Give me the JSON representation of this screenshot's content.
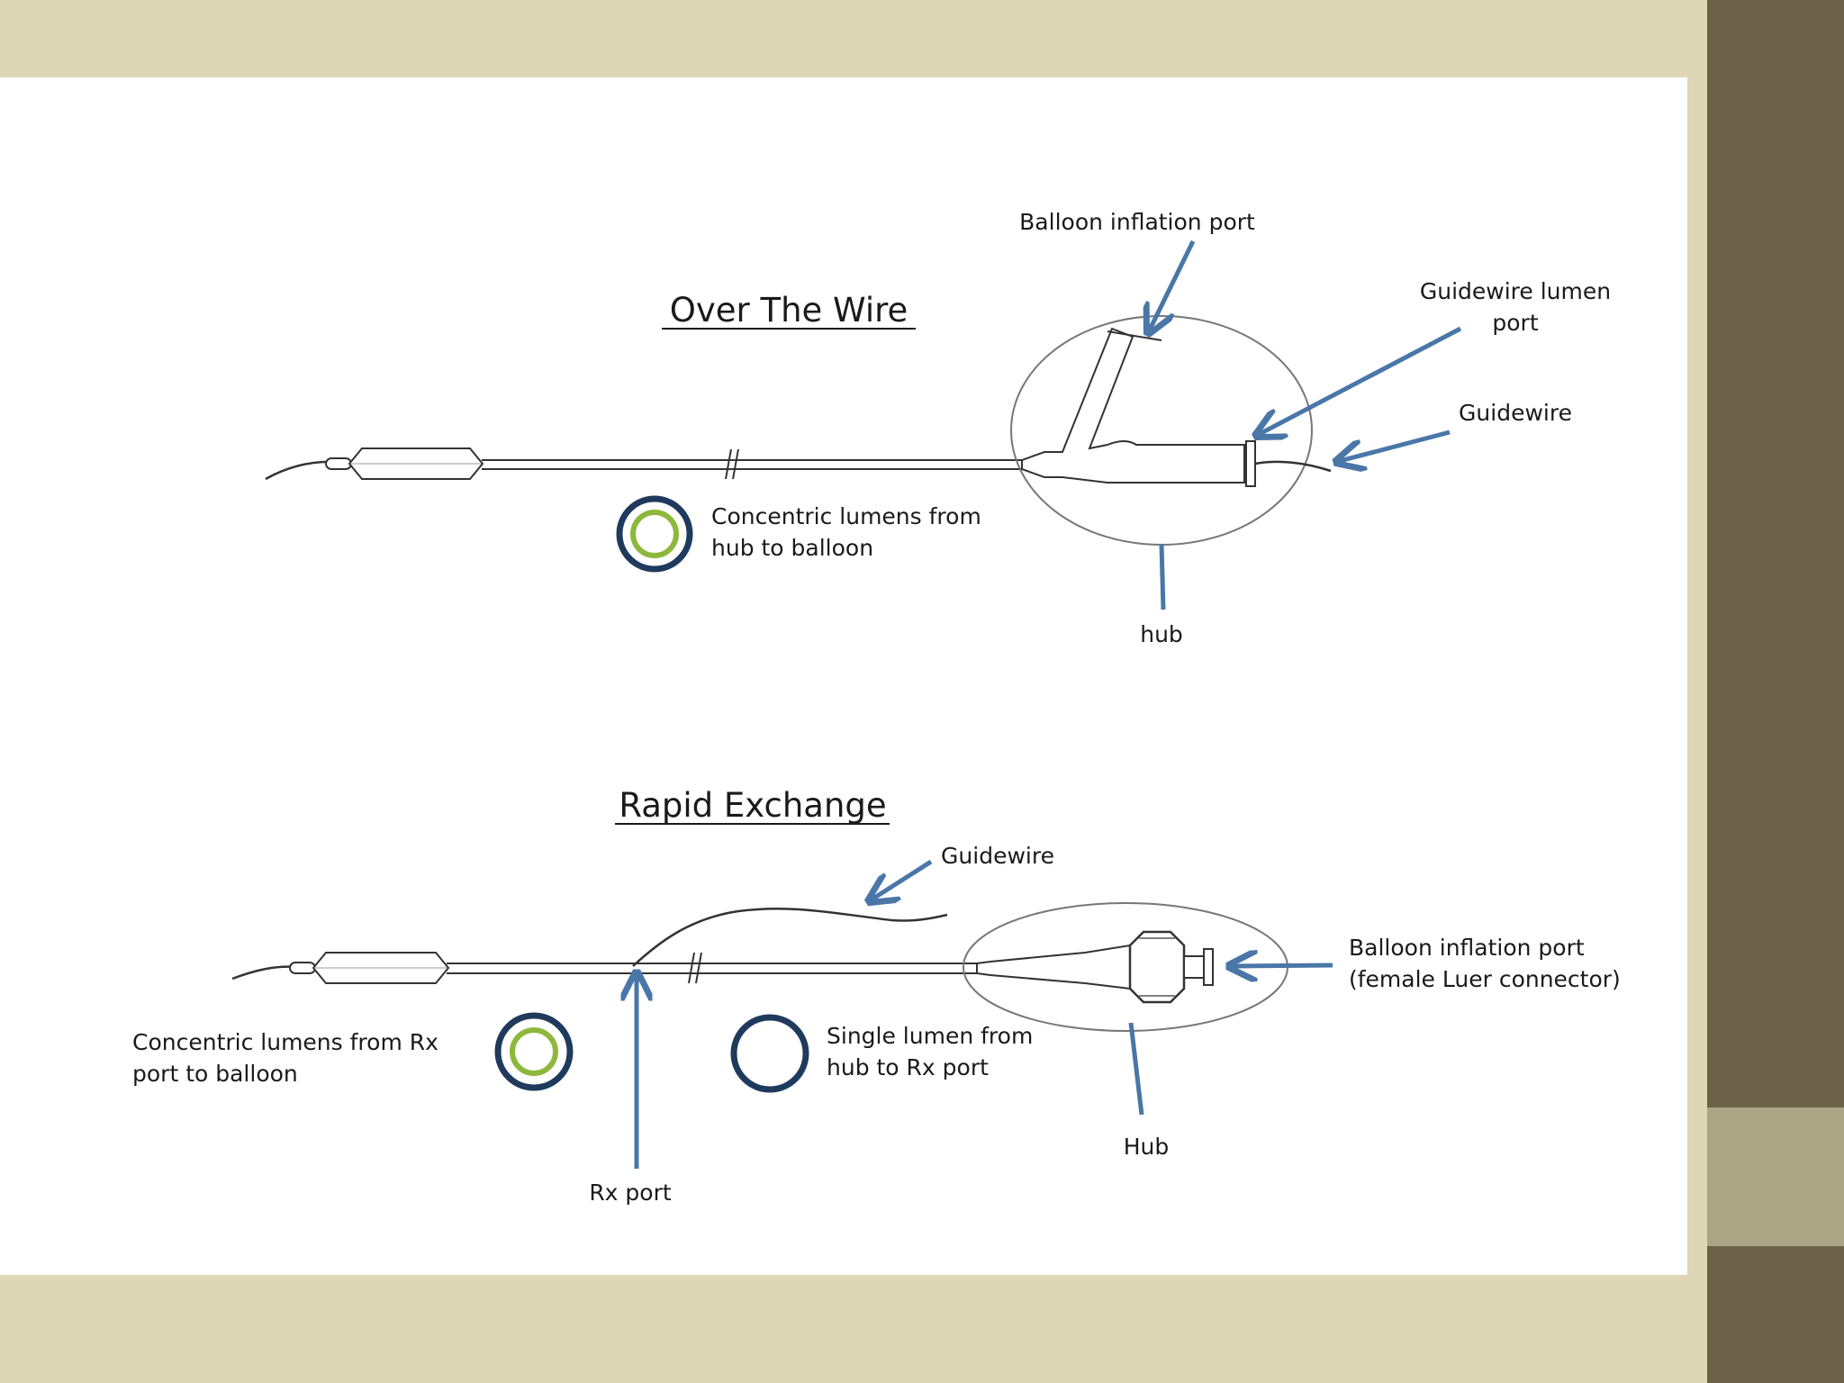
{
  "otw": {
    "title": "Over The Wire",
    "balloon_inflation_port": "Balloon inflation port",
    "guidewire_lumen_port_1": "Guidewire lumen",
    "guidewire_lumen_port_2": "port",
    "guidewire": "Guidewire",
    "concentric_1": "Concentric lumens from",
    "concentric_2": "hub to balloon",
    "hub": "hub"
  },
  "rx": {
    "title": "Rapid Exchange",
    "guidewire": "Guidewire",
    "balloon_inflation_port_1": "Balloon inflation port",
    "balloon_inflation_port_2": "(female Luer connector)",
    "concentric_1": "Concentric lumens from Rx",
    "concentric_2": "port to balloon",
    "single_1": "Single lumen from",
    "single_2": "hub to Rx port",
    "hub": "Hub",
    "rx_port": "Rx port"
  },
  "colors": {
    "background": "#ddd7b5",
    "side_dark": "#6b6249",
    "side_light": "#aba585",
    "slide": "#ffffff",
    "arrow_blue": "#4a76a8",
    "ring_navy": "#1f3a5c",
    "ring_green": "#8db83c",
    "line": "#333333"
  }
}
